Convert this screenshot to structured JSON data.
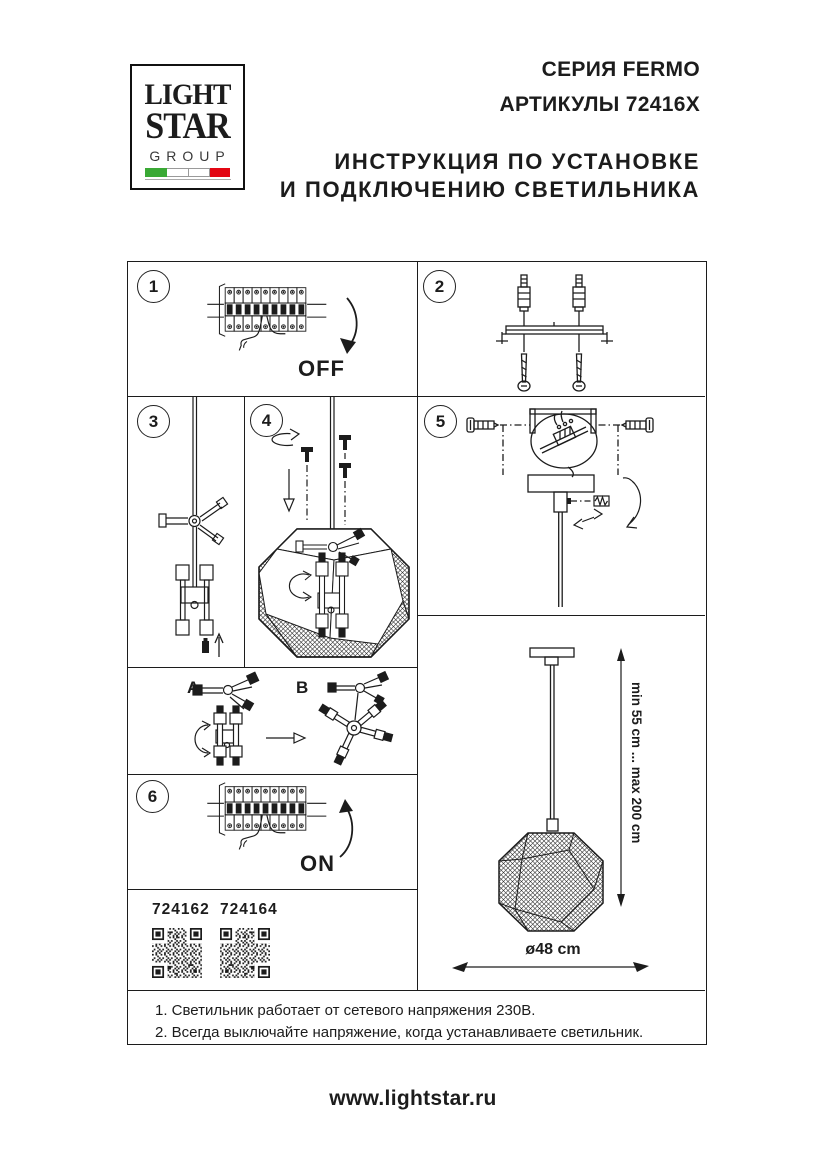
{
  "logo": {
    "line1": "LIGHT",
    "line2": "STAR",
    "line3": "GROUP",
    "flag_green": "#3aa935",
    "flag_red": "#e30613"
  },
  "header": {
    "series": "СЕРИЯ FERMO",
    "articles": "АРТИКУЛЫ 72416X",
    "instruction1": "ИНСТРУКЦИЯ ПО УСТАНОВКЕ",
    "instruction2": "И ПОДКЛЮЧЕНИЮ СВЕТИЛЬНИКА"
  },
  "steps": {
    "s1": {
      "number": "1",
      "label": "OFF"
    },
    "s2": {
      "number": "2"
    },
    "s3": {
      "number": "3"
    },
    "s4": {
      "number": "4"
    },
    "s5": {
      "number": "5"
    },
    "s6": {
      "number": "6",
      "label": "ON"
    }
  },
  "variants": {
    "a": "A",
    "b": "B"
  },
  "pendant": {
    "height_range": "min 55 cm ... max 200 cm",
    "diameter": "ø48 cm"
  },
  "articles": [
    {
      "code": "724162"
    },
    {
      "code": "724164"
    }
  ],
  "notes": [
    "1. Светильник работает от сетевого напряжения 230В.",
    "2. Всегда выключайте напряжение, когда устанавливаете светильник."
  ],
  "footer": {
    "url": "www.lightstar.ru"
  },
  "ink_color": "#1c1c1c"
}
